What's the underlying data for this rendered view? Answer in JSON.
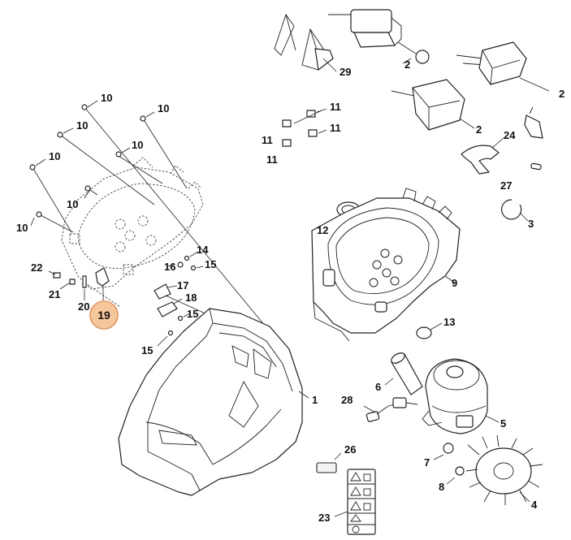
{
  "callouts": {
    "c1": "1",
    "c2a": "2",
    "c2b": "2",
    "c2c": "2",
    "c3": "3",
    "c4": "4",
    "c5": "5",
    "c6": "6",
    "c7": "7",
    "c8": "8",
    "c9": "9",
    "c10a": "10",
    "c10b": "10",
    "c10c": "10",
    "c10d": "10",
    "c10e": "10",
    "c10f": "10",
    "c10g": "10",
    "c11a": "11",
    "c11b": "11",
    "c11c": "11",
    "c11d": "11",
    "c12": "12",
    "c13": "13",
    "c14": "14",
    "c15a": "15",
    "c15b": "15",
    "c15c": "15",
    "c16": "16",
    "c17": "17",
    "c18": "18",
    "c19": "19",
    "c20": "20",
    "c21": "21",
    "c22": "22",
    "c23": "23",
    "c24": "24",
    "c26": "26",
    "c27": "27",
    "c28": "28",
    "c29": "29"
  },
  "highlight": {
    "part": "19",
    "color": "#f6c79b",
    "border": "#e8955a"
  }
}
